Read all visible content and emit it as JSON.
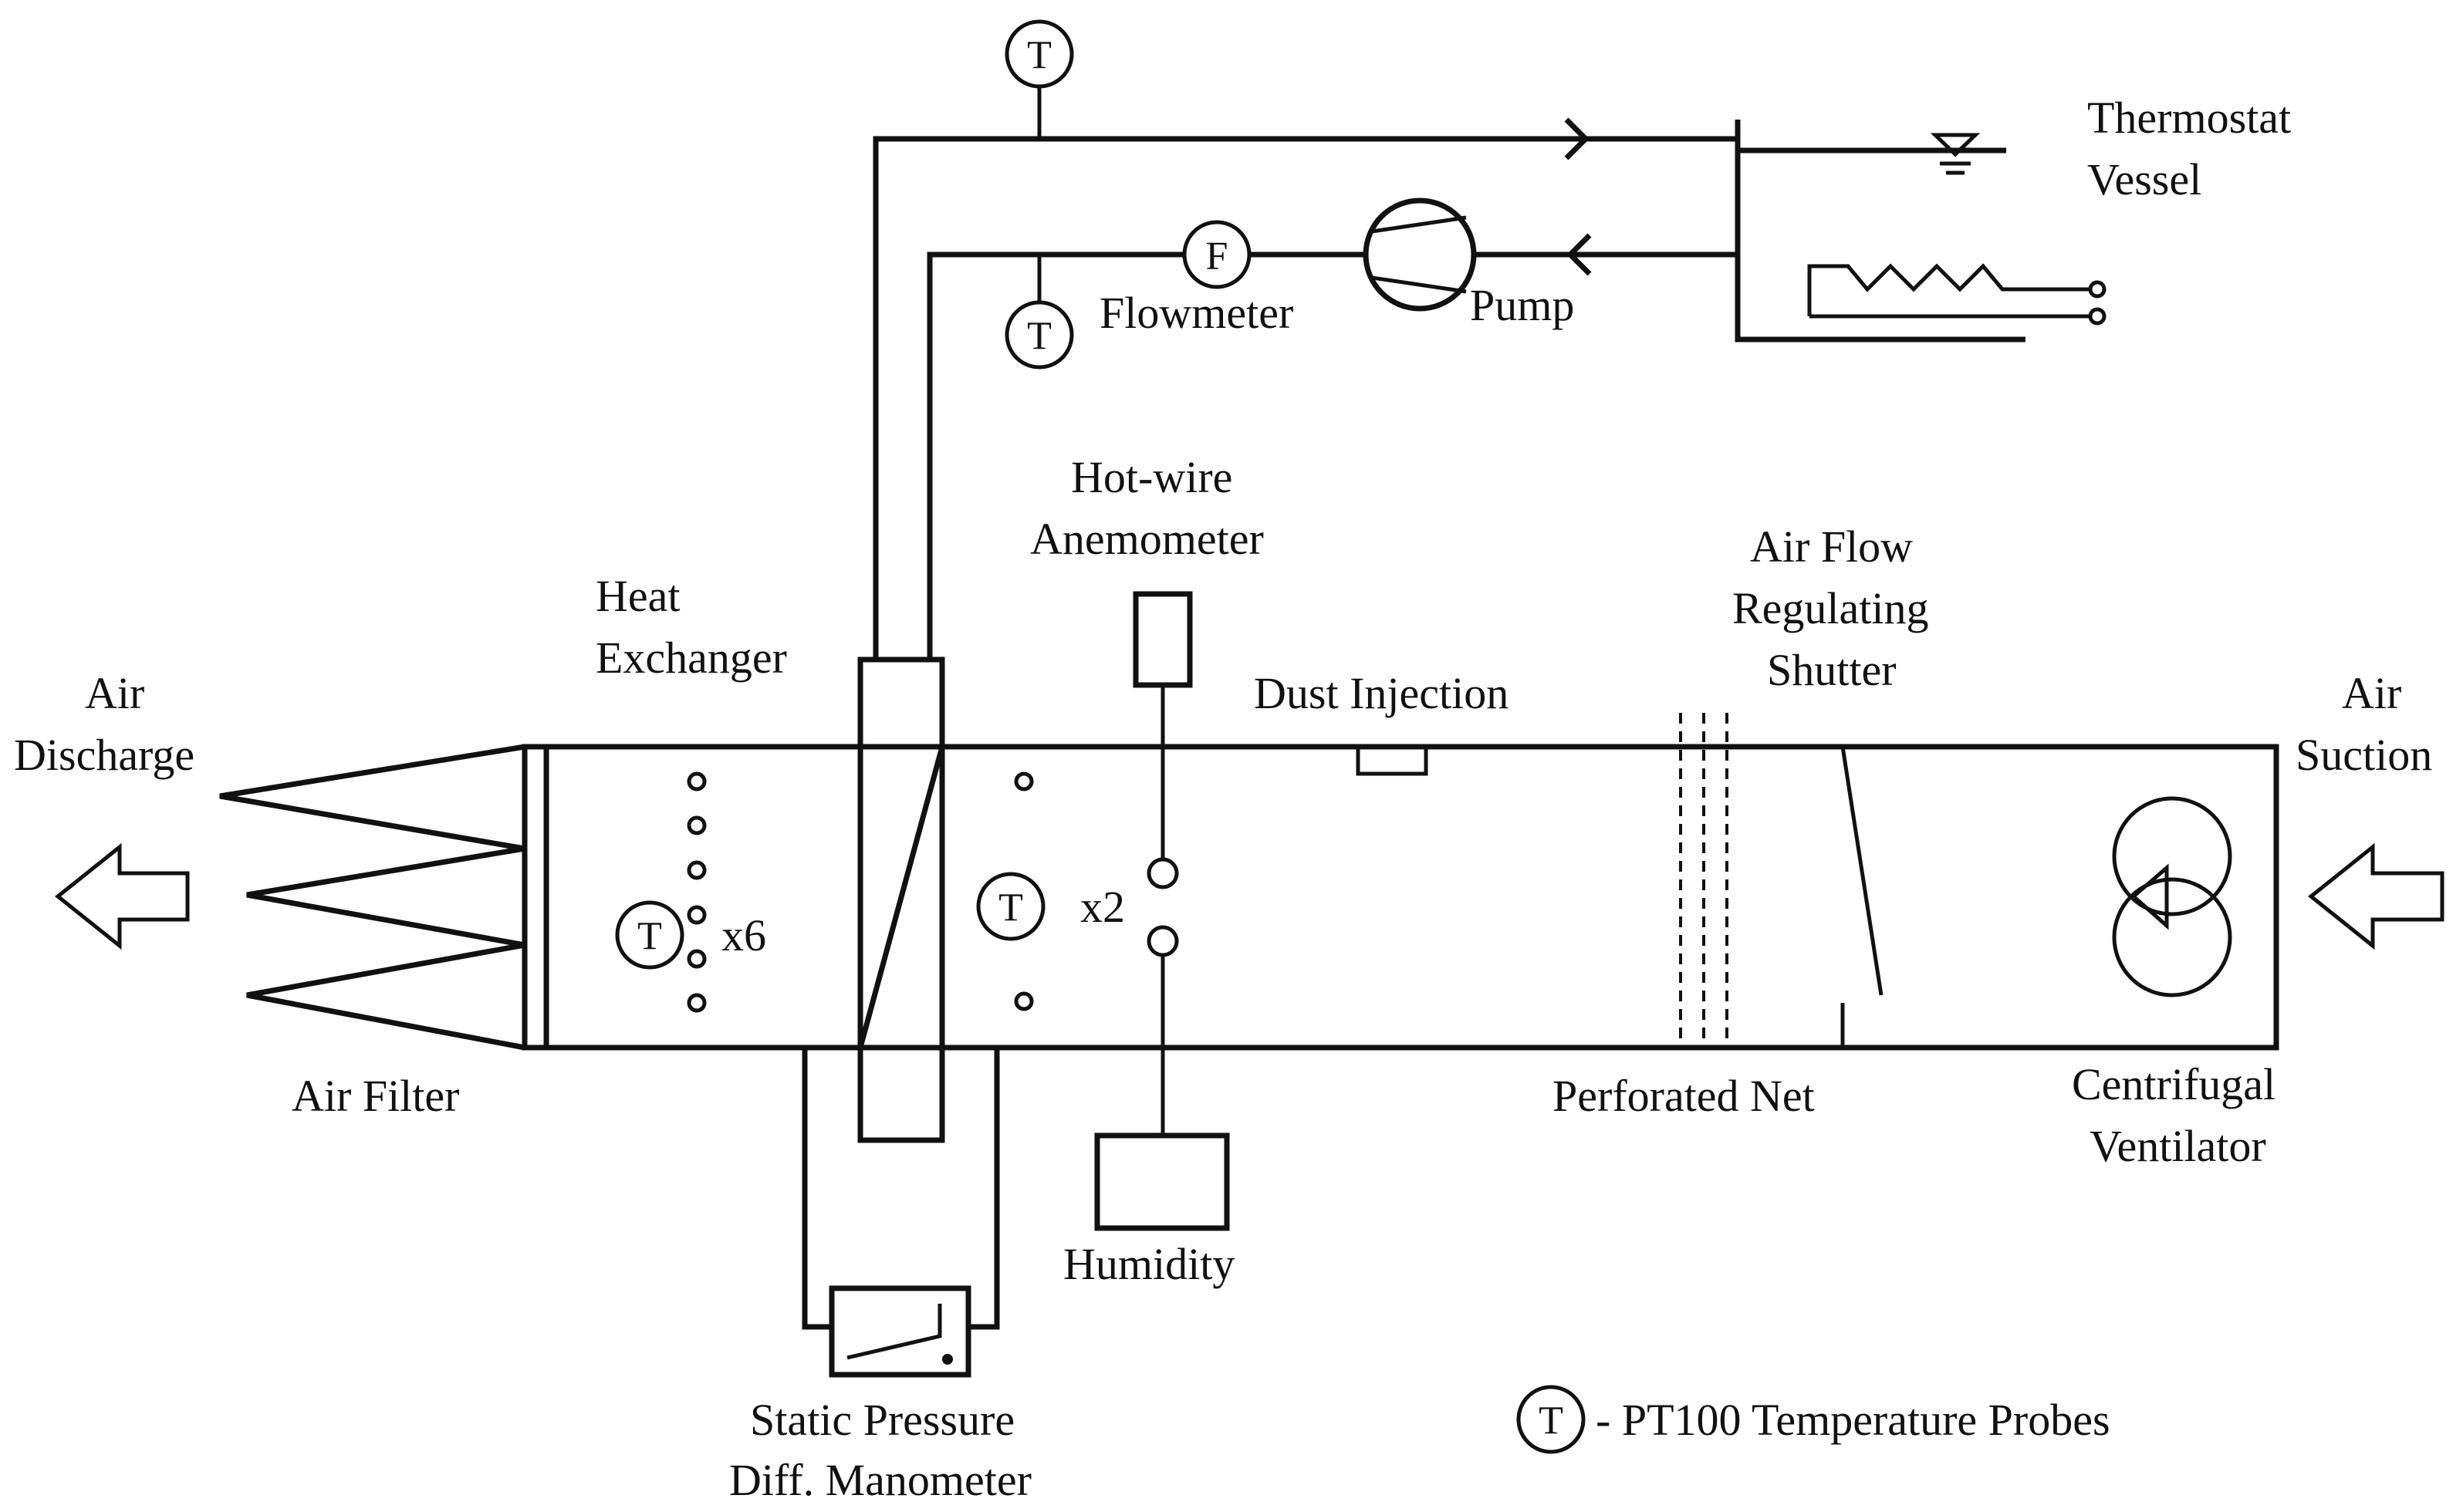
{
  "labels": {
    "thermostat_line1": "Thermostat",
    "thermostat_line2": "Vessel",
    "flowmeter": "Flowmeter",
    "pump": "Pump",
    "hotwire_line1": "Hot-wire",
    "hotwire_line2": "Anemometer",
    "heat_line1": "Heat",
    "heat_line2": "Exchanger",
    "airflow_line1": "Air Flow",
    "airflow_line2": "Regulating",
    "airflow_line3": "Shutter",
    "air_discharge_line1": "Air",
    "air_discharge_line2": "Discharge",
    "dust_injection": "Dust Injection",
    "air_suction_line1": "Air",
    "air_suction_line2": "Suction",
    "x6": "x6",
    "x2": "x2",
    "air_filter": "Air Filter",
    "perforated_net": "Perforated Net",
    "centrifugal_line1": "Centrifugal",
    "centrifugal_line2": "Ventilator",
    "humidity": "Humidity",
    "static_line1": "Static Pressure",
    "static_line2": "Diff. Manometer",
    "legend": "- PT100 Temperature Probes"
  },
  "symbols": {
    "temperature_probe": "T",
    "flowmeter_symbol": "F"
  }
}
